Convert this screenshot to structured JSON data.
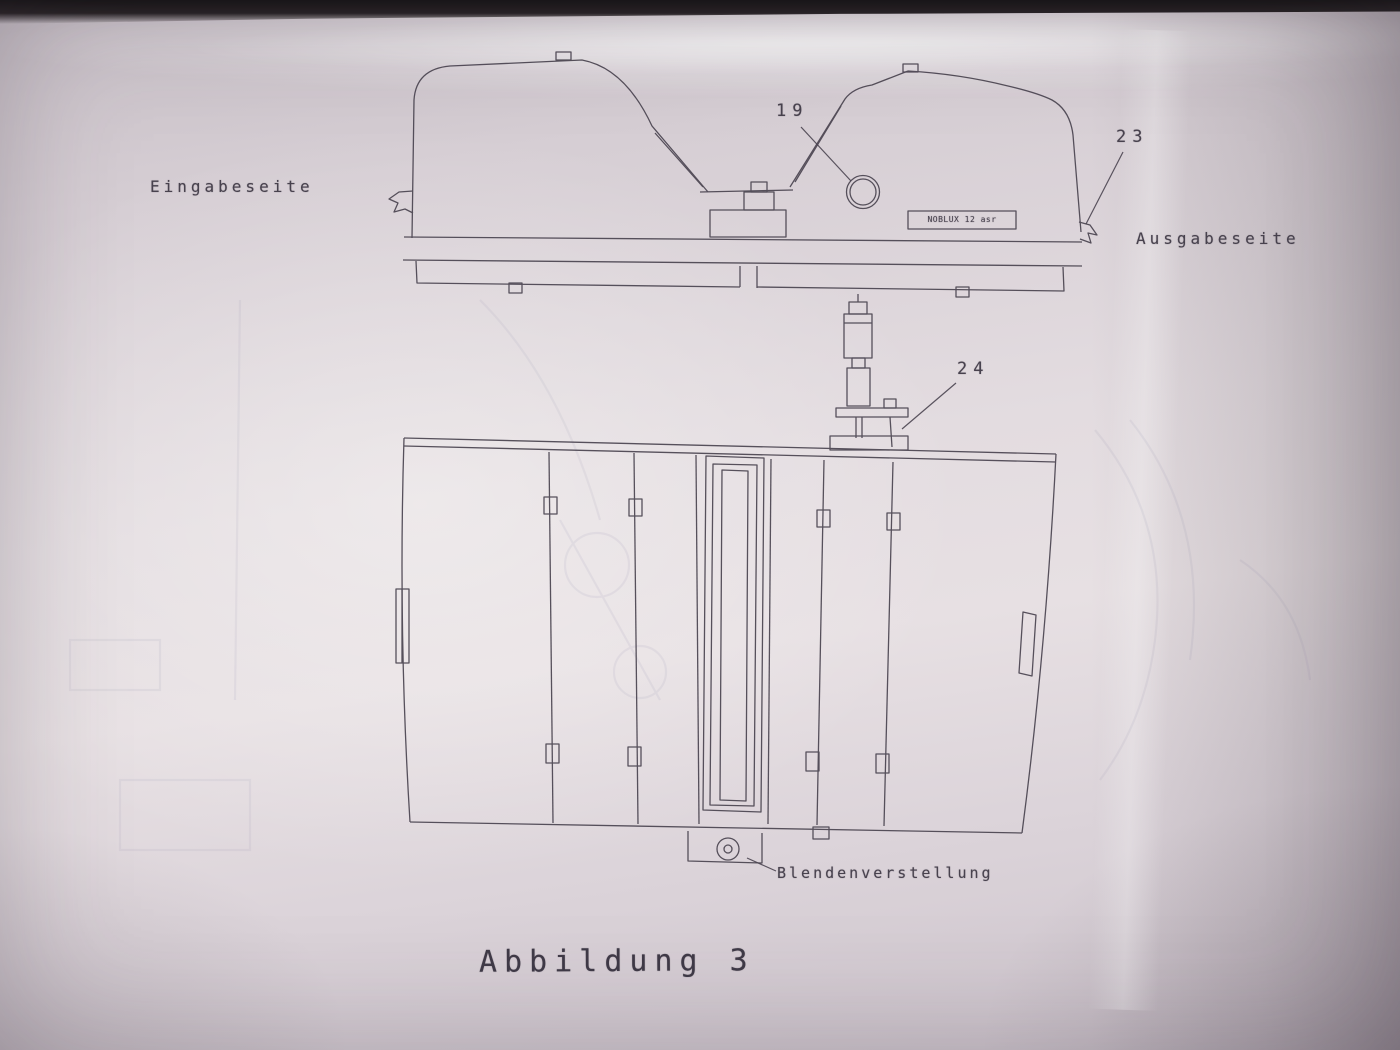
{
  "figure": {
    "caption": "Abbildung 3"
  },
  "top_view": {
    "label_input_side": "Eingabeseite",
    "label_output_side": "Ausgabeseite",
    "plate_text": "NOBLUX 12 asr",
    "callouts": {
      "c19": "19",
      "c23": "23"
    }
  },
  "plan_view": {
    "callouts": {
      "c24": "24"
    },
    "label_aperture_adjustment": "Blendenverstellung"
  }
}
